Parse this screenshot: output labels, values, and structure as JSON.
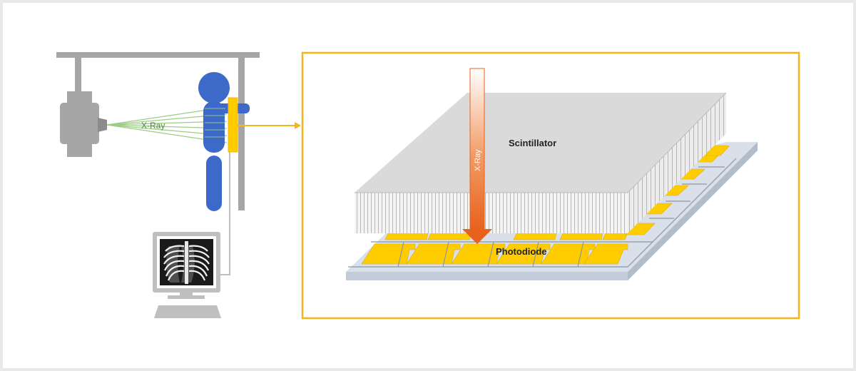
{
  "labels": {
    "xray_beam": "X-Ray",
    "xray_arrow": "X-Ray",
    "scintillator": "Scintillator",
    "photodiode": "Photodiode"
  },
  "colors": {
    "accent_yellow": "#f2b51a",
    "photodiode_fill": "#ffcc00",
    "body_blue": "#3d69c9",
    "machine_gray": "#a6a6a6",
    "beam_green": "#9ccc85",
    "arrow_orange": "#e8621e",
    "scintillator_gray": "#dadada"
  },
  "icons": {
    "monitor": "xray-monitor-icon",
    "keyboard": "keyboard-icon",
    "person": "patient-figure-icon",
    "source": "xray-source-icon"
  }
}
